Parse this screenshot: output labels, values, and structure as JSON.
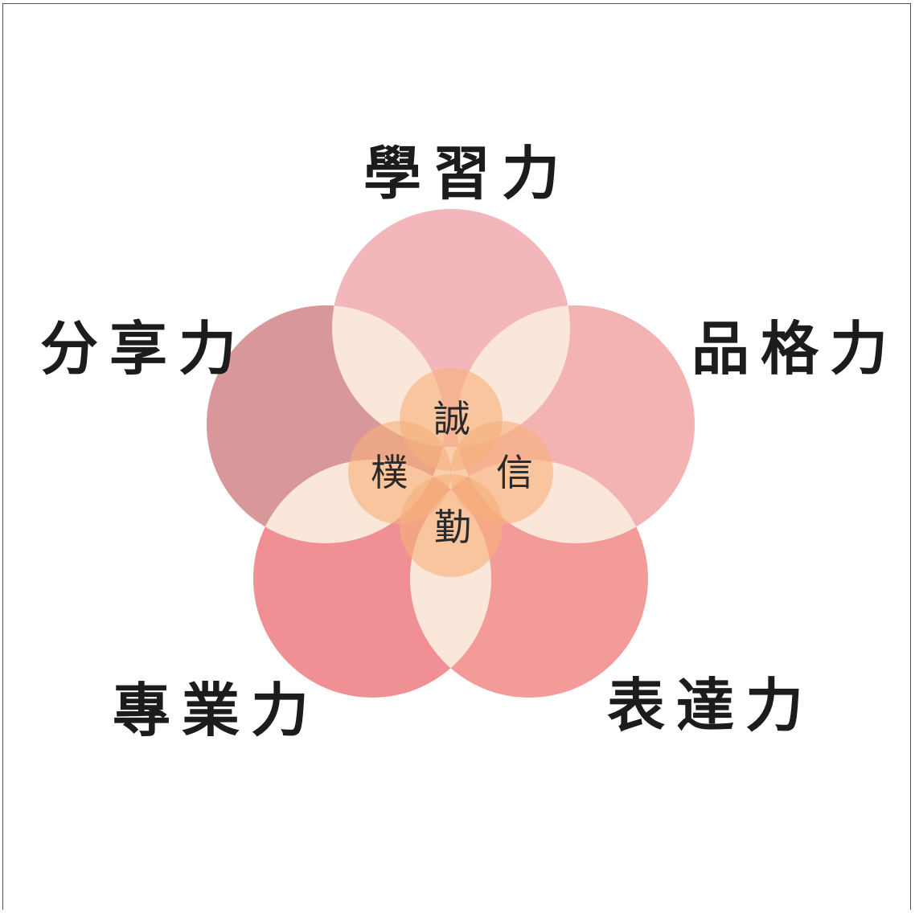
{
  "petals": [
    {
      "label": "學習力",
      "color": "#f3b7bb"
    },
    {
      "label": "品格力",
      "color": "#f3b3b3"
    },
    {
      "label": "表達力",
      "color": "#f29b98"
    },
    {
      "label": "專業力",
      "color": "#f09094"
    },
    {
      "label": "分享力",
      "color": "#d8979a"
    }
  ],
  "lens_color": "#fbe6da",
  "core": [
    {
      "label": "誠"
    },
    {
      "label": "信"
    },
    {
      "label": "勤"
    },
    {
      "label": "樸"
    }
  ],
  "core_color": "#f6b07a"
}
